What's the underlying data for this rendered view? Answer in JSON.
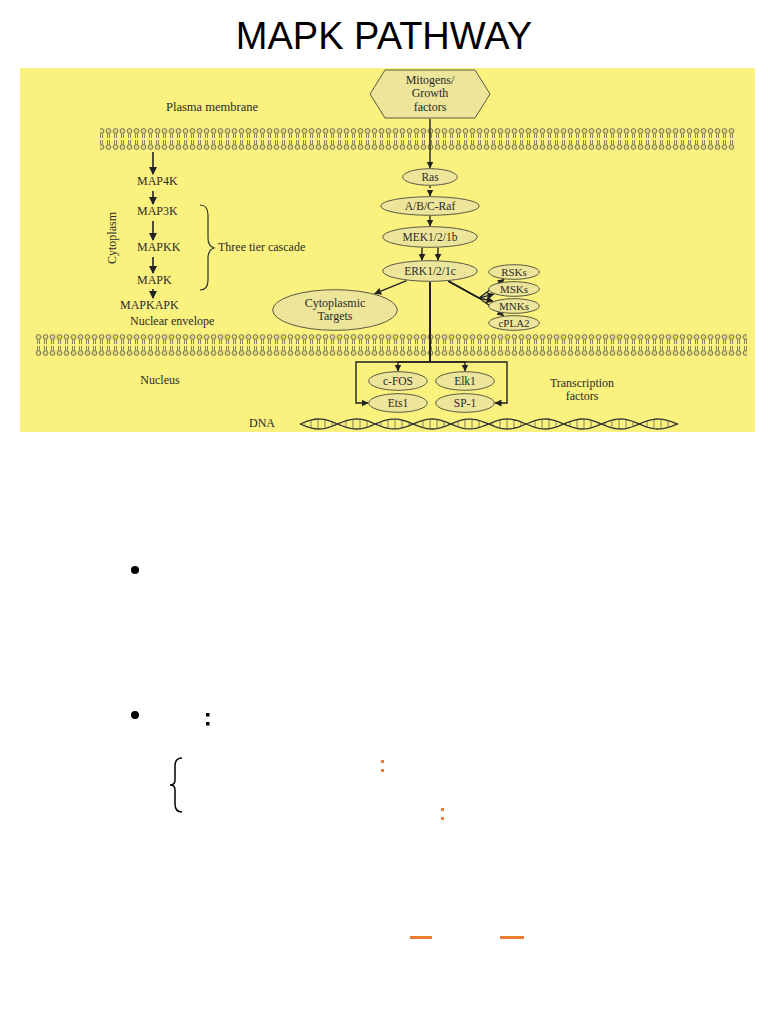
{
  "diagram": {
    "title": "MAPK PATHWAY",
    "nodes": [
      {
        "text": [
          "Mitogens/ Growth factors"
        ]
      },
      {
        "text": [
          "Ras"
        ]
      },
      {
        "text": [
          "A/B/C-Raf"
        ]
      },
      {
        "text": [
          "MEK1/2/1b"
        ]
      },
      {
        "text": [
          "ERK1/2/1c"
        ]
      },
      {
        "text": [
          "RSKs"
        ]
      },
      {
        "text": [
          "MSKs"
        ]
      },
      {
        "text": [
          "MNKs"
        ]
      },
      {
        "text": [
          "cPLA2"
        ]
      },
      {
        "text": [
          "Cytoplasmic Targets"
        ]
      },
      {
        "text": [
          "c-FOS"
        ]
      },
      {
        "text": [
          "Elk1"
        ]
      },
      {
        "text": [
          "Ets1"
        ]
      },
      {
        "text": [
          "SP-1"
        ]
      }
    ],
    "edges": [
      {
        "from": 0,
        "to": 1,
        "arrow": "to"
      },
      {
        "from": 1,
        "to": 2,
        "arrow": "to"
      },
      {
        "from": 2,
        "to": 3,
        "arrow": "to"
      },
      {
        "from": 3,
        "to": 4,
        "arrow": "to"
      },
      {
        "from": 3,
        "to": 4,
        "arrow": "to"
      },
      {
        "from": 4,
        "to": 9,
        "arrow": "to"
      },
      {
        "from": 4,
        "to": 5,
        "arrow": "to"
      },
      {
        "from": 4,
        "to": 6,
        "arrow": "to"
      },
      {
        "from": 4,
        "to": 7,
        "arrow": "to"
      },
      {
        "from": 4,
        "to": 8,
        "arrow": "to"
      },
      {
        "from": 4,
        "to": 10,
        "arrow": "to"
      },
      {
        "from": 4,
        "to": 11,
        "arrow": "to"
      },
      {
        "from": 4,
        "to": 12,
        "arrow": "to"
      },
      {
        "from": 4,
        "to": 13,
        "arrow": "to"
      }
    ],
    "labels": [
      "Plasma membrane",
      "MAP4K",
      "MAP3K",
      "MAPKK",
      "MAPK",
      "MAPKAPK",
      "Cytoplasm",
      "Three tier cascade",
      "Nuclear envelope",
      "Nucleus",
      "Transcription factors",
      "DNA"
    ]
  }
}
